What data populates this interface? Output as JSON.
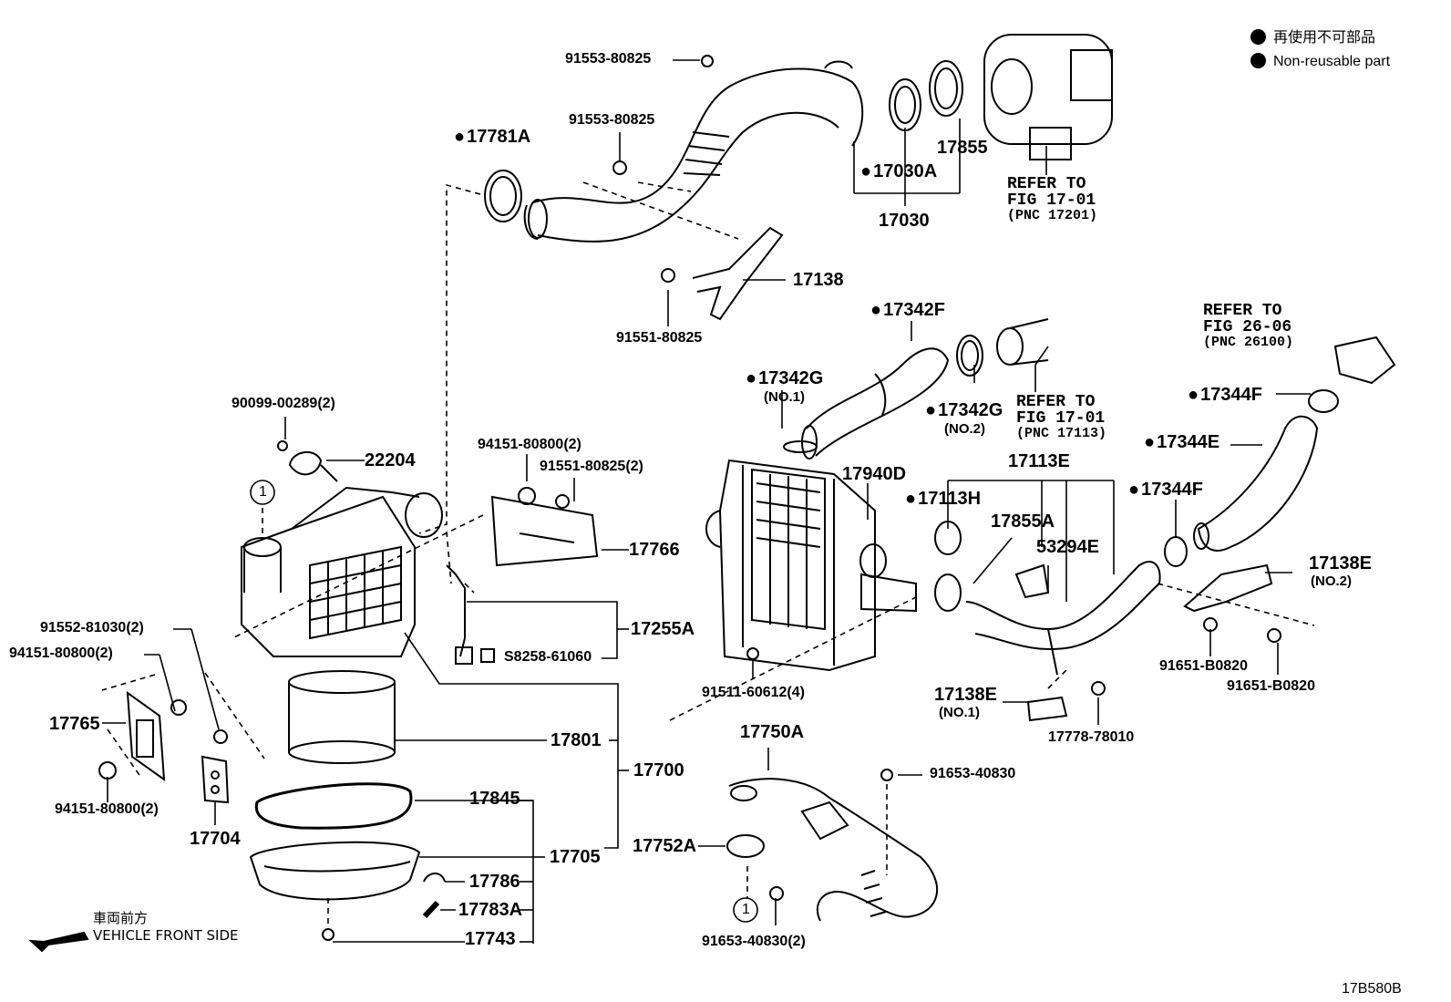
{
  "legend": {
    "jp": "再使用不可部品",
    "en": "Non-reusable part"
  },
  "vehicle_front": {
    "jp": "車両前方",
    "en": "VEHICLE FRONT SIDE"
  },
  "figure_code": "17B580B",
  "circle_marker": "1",
  "labels": {
    "p91553_80825_a": "91553-80825",
    "p91553_80825_b": "91553-80825",
    "p17781A": "17781A",
    "p17030A": "17030A",
    "p17855": "17855",
    "p17030": "17030",
    "p17138": "17138",
    "p91551_80825": "91551-80825",
    "p17342F": "17342F",
    "p17342G_no1": "17342G",
    "p17342G_no2": "17342G",
    "p17344F_a": "17344F",
    "p17344E": "17344E",
    "p17344F_b": "17344F",
    "p17113E": "17113E",
    "p17113H": "17113H",
    "p17855A": "17855A",
    "p53294E": "53294E",
    "p17940D": "17940D",
    "p17138E_no2": "17138E",
    "p91651_B0820_a": "91651-B0820",
    "p91651_B0820_b": "91651-B0820",
    "p91511_60612": "91511-60612(4)",
    "p17138E_no1": "17138E",
    "p17778_78010": "17778-78010",
    "p17750A": "17750A",
    "p91653_40830": "91653-40830",
    "p17752A": "17752A",
    "p91653_40830_2": "91653-40830(2)",
    "p90099_00289": "90099-00289(2)",
    "p22204": "22204",
    "p94151_80800_top": "94151-80800(2)",
    "p91551_80825_2": "91551-80825(2)",
    "p17766": "17766",
    "p17255A": "17255A",
    "pS8258_61060": "S8258-61060",
    "p91552_81030": "91552-81030(2)",
    "p94151_80800_left": "94151-80800(2)",
    "p17765": "17765",
    "p17801": "17801",
    "p17700": "17700",
    "p94151_80800_bottom": "94151-80800(2)",
    "p17704": "17704",
    "p17845": "17845",
    "p17705": "17705",
    "p17786": "17786",
    "p17783A": "17783A",
    "p17743": "17743"
  },
  "sub_labels": {
    "no1_a": "(NO.1)",
    "no2_a": "(NO.2)",
    "no2_b": "(NO.2)",
    "no1_b": "(NO.1)"
  },
  "references": {
    "fig_17_01_top": {
      "refer": "REFER TO",
      "fig": "FIG 17-01",
      "pnc": "(PNC 17201)"
    },
    "fig_26_06": {
      "refer": "REFER TO",
      "fig": "FIG 26-06",
      "pnc": "(PNC 26100)"
    },
    "fig_17_01_mid": {
      "refer": "REFER TO",
      "fig": "FIG 17-01",
      "pnc": "(PNC 17113)"
    }
  }
}
